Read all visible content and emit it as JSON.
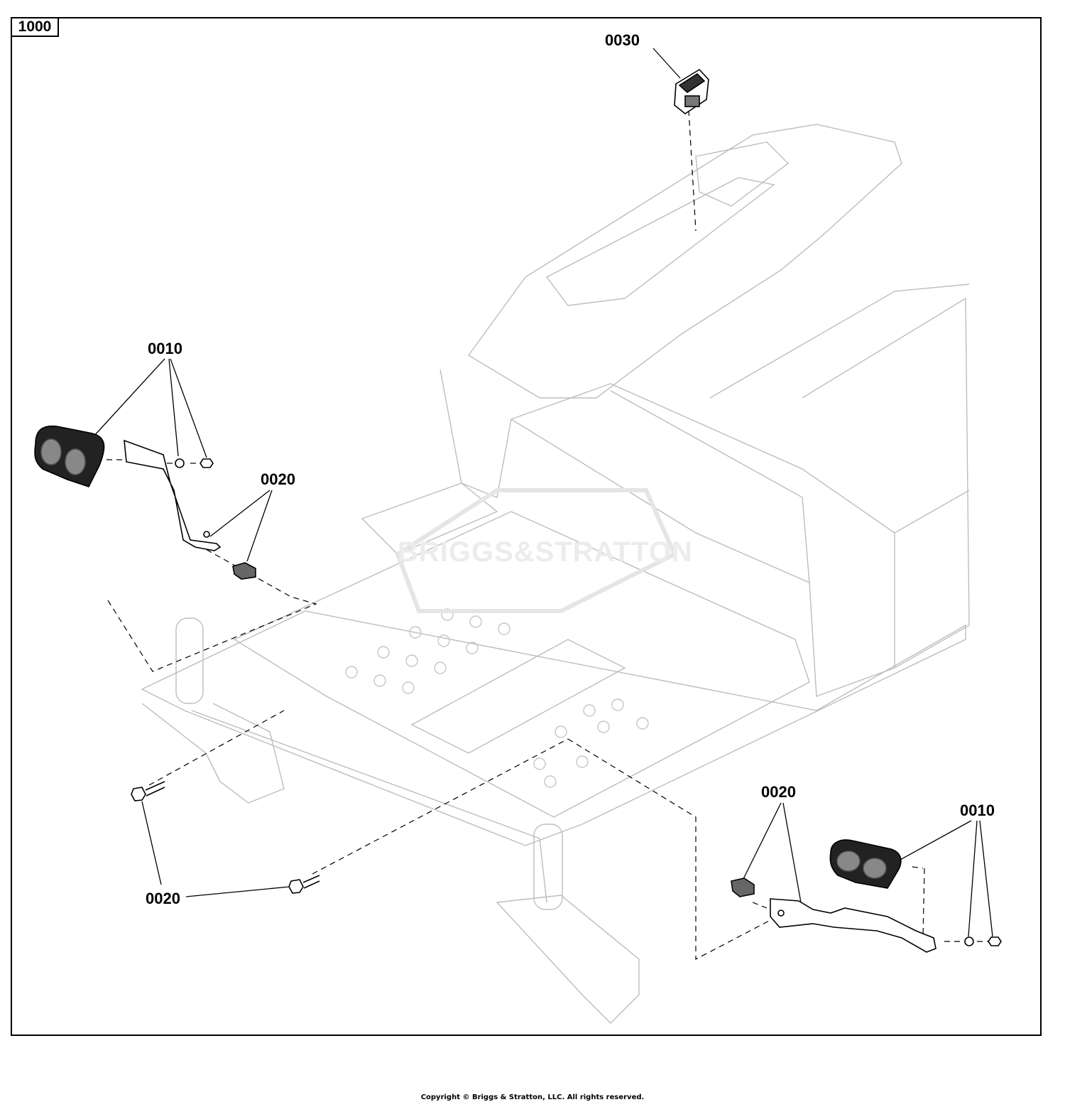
{
  "diagram": {
    "id_label": "1000",
    "watermark": "BRIGGS&STRATTON",
    "copyright": "Copyright © Briggs & Stratton, LLC. All rights reserved."
  },
  "callouts": {
    "c0030_top": "0030",
    "c0010_left": "0010",
    "c0020_left_upper": "0020",
    "c0020_left_lower": "0020",
    "c0020_right": "0020",
    "c0010_right": "0010"
  }
}
